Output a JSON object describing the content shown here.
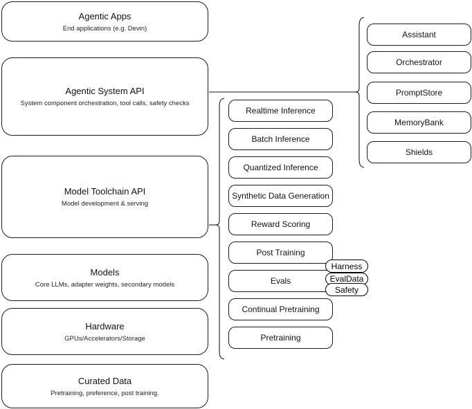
{
  "diagram": {
    "layers": [
      {
        "title": "Agentic Apps",
        "subtitle": "End applications (e.g. Devin)"
      },
      {
        "title": "Agentic System API",
        "subtitle": "System component orchestration, tool calls, safety checks"
      },
      {
        "title": "Model Toolchain API",
        "subtitle": "Model development & serving"
      },
      {
        "title": "Models",
        "subtitle": "Core LLMs, adapter weights, secondary models"
      },
      {
        "title": "Hardware",
        "subtitle": "GPUs/Accelerators/Storage"
      },
      {
        "title": "Curated Data",
        "subtitle": "Pretraining, preference, post training."
      }
    ],
    "toolchain_items": [
      {
        "title": "Realtime Inference"
      },
      {
        "title": "Batch Inference"
      },
      {
        "title": "Quantized Inference"
      },
      {
        "title": "Synthetic Data Generation"
      },
      {
        "title": "Reward Scoring"
      },
      {
        "title": "Post Training"
      },
      {
        "title": "Evals"
      },
      {
        "title": "Continual Pretraining"
      },
      {
        "title": "Pretraining"
      }
    ],
    "system_items": [
      {
        "title": "Assistant"
      },
      {
        "title": "Orchestrator"
      },
      {
        "title": "PromptStore"
      },
      {
        "title": "MemoryBank"
      },
      {
        "title": "Shields"
      }
    ],
    "eval_tags": [
      {
        "title": "Harness"
      },
      {
        "title": "EvalData"
      },
      {
        "title": "Safety"
      }
    ],
    "colors": {
      "stroke": "#1a1a1a",
      "background": "#ffffff",
      "text": "#111111"
    }
  }
}
